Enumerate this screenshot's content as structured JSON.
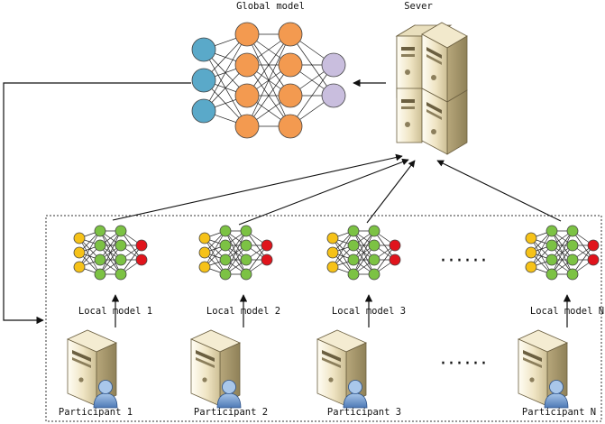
{
  "global": {
    "title": "Global model",
    "server_label": "Sever",
    "layer_sizes": [
      3,
      4,
      4,
      2
    ],
    "layer_colors": [
      "#5aa9c9",
      "#f39a50",
      "#f39a50",
      "#c9bede"
    ]
  },
  "local_layer_sizes": [
    3,
    4,
    4,
    2
  ],
  "local_layer_colors": [
    "#f6c218",
    "#7cc244",
    "#7cc244",
    "#e0141c"
  ],
  "ellipsis": "······",
  "participants": [
    {
      "model_label": "Local model 1",
      "name": "Participant 1"
    },
    {
      "model_label": "Local model 2",
      "name": "Participant 2"
    },
    {
      "model_label": "Local model 3",
      "name": "Participant 3"
    },
    {
      "model_label": "Local model N",
      "name": "Participant N"
    }
  ]
}
